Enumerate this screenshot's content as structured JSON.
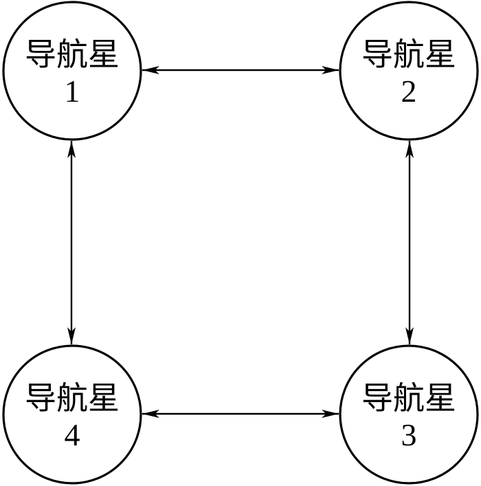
{
  "diagram": {
    "type": "network-topology",
    "description": "Four navigation satellites connected in a ring with bidirectional inter-satellite links",
    "colors": {
      "background": "#ffffff",
      "stroke": "#000000",
      "text": "#000000"
    },
    "nodes": [
      {
        "id": "nav-star-1",
        "label": "导航星",
        "number": "1",
        "position": "top-left"
      },
      {
        "id": "nav-star-2",
        "label": "导航星",
        "number": "2",
        "position": "top-right"
      },
      {
        "id": "nav-star-3",
        "label": "导航星",
        "number": "3",
        "position": "bottom-right"
      },
      {
        "id": "nav-star-4",
        "label": "导航星",
        "number": "4",
        "position": "bottom-left"
      }
    ],
    "edges": [
      {
        "from": "nav-star-1",
        "to": "nav-star-2",
        "bidirectional": true,
        "orientation": "horizontal-top"
      },
      {
        "from": "nav-star-2",
        "to": "nav-star-3",
        "bidirectional": true,
        "orientation": "vertical-right"
      },
      {
        "from": "nav-star-4",
        "to": "nav-star-3",
        "bidirectional": true,
        "orientation": "horizontal-bottom"
      },
      {
        "from": "nav-star-1",
        "to": "nav-star-4",
        "bidirectional": true,
        "orientation": "vertical-left"
      }
    ]
  }
}
